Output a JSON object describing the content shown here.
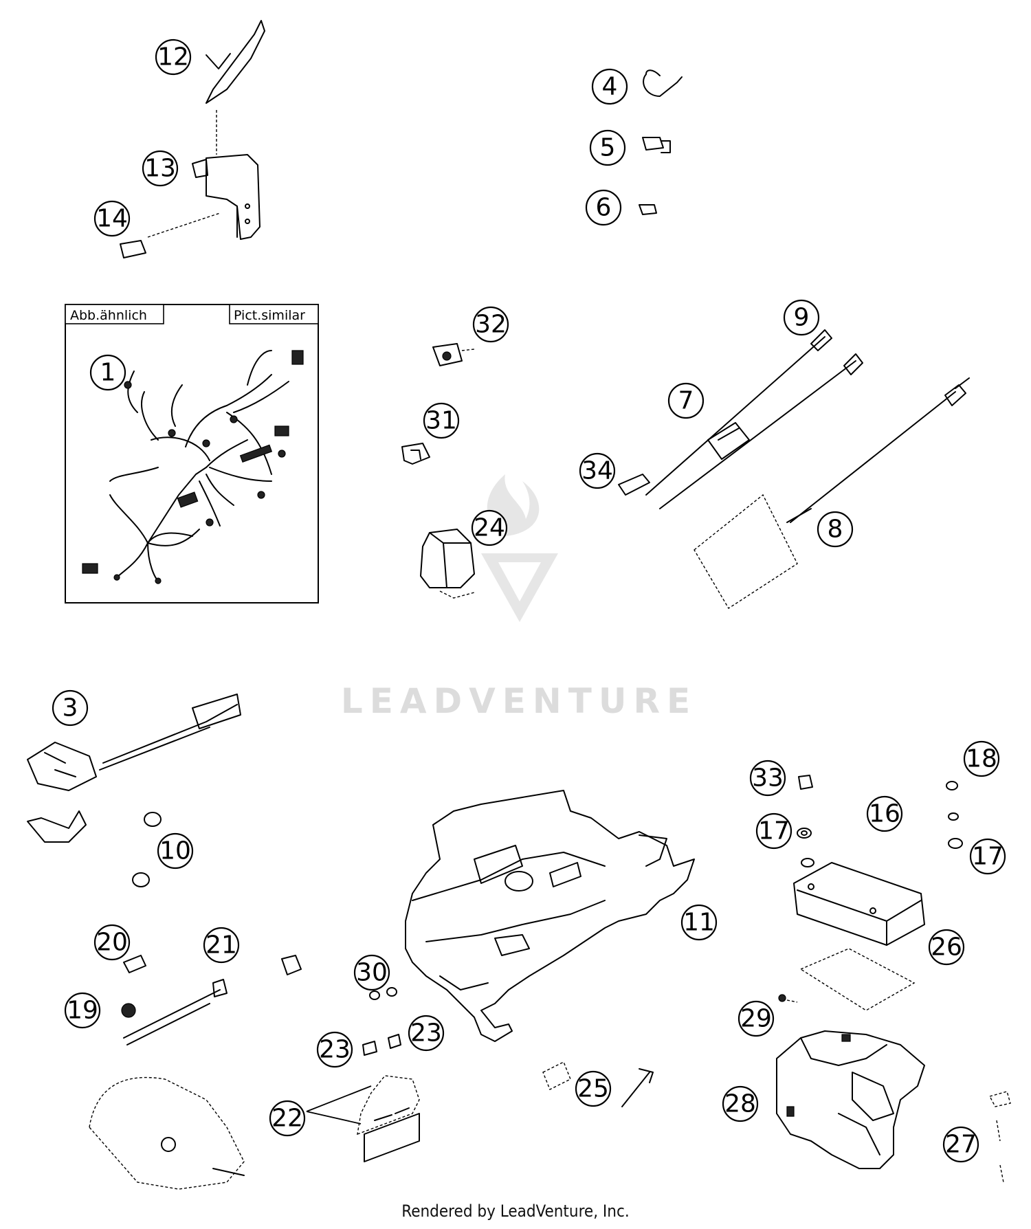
{
  "inset": {
    "left_label": "Abb.ähnlich",
    "right_label": "Pict.similar"
  },
  "watermark": {
    "text": "LEADVENTURE"
  },
  "footer": {
    "text": "Rendered by LeadVenture, Inc."
  },
  "callouts": [
    {
      "id": "c1",
      "label": "1"
    },
    {
      "id": "c3",
      "label": "3"
    },
    {
      "id": "c4",
      "label": "4"
    },
    {
      "id": "c5",
      "label": "5"
    },
    {
      "id": "c6",
      "label": "6"
    },
    {
      "id": "c7",
      "label": "7"
    },
    {
      "id": "c8",
      "label": "8"
    },
    {
      "id": "c9",
      "label": "9"
    },
    {
      "id": "c10",
      "label": "10"
    },
    {
      "id": "c11",
      "label": "11"
    },
    {
      "id": "c12",
      "label": "12"
    },
    {
      "id": "c13",
      "label": "13"
    },
    {
      "id": "c14",
      "label": "14"
    },
    {
      "id": "c16",
      "label": "16"
    },
    {
      "id": "c17a",
      "label": "17"
    },
    {
      "id": "c17b",
      "label": "17"
    },
    {
      "id": "c18",
      "label": "18"
    },
    {
      "id": "c19",
      "label": "19"
    },
    {
      "id": "c20",
      "label": "20"
    },
    {
      "id": "c21",
      "label": "21"
    },
    {
      "id": "c22",
      "label": "22"
    },
    {
      "id": "c23a",
      "label": "23"
    },
    {
      "id": "c23b",
      "label": "23"
    },
    {
      "id": "c24",
      "label": "24"
    },
    {
      "id": "c25",
      "label": "25"
    },
    {
      "id": "c26",
      "label": "26"
    },
    {
      "id": "c27",
      "label": "27"
    },
    {
      "id": "c28",
      "label": "28"
    },
    {
      "id": "c29",
      "label": "29"
    },
    {
      "id": "c30",
      "label": "30"
    },
    {
      "id": "c31",
      "label": "31"
    },
    {
      "id": "c32",
      "label": "32"
    },
    {
      "id": "c33",
      "label": "33"
    },
    {
      "id": "c34",
      "label": "34"
    }
  ]
}
